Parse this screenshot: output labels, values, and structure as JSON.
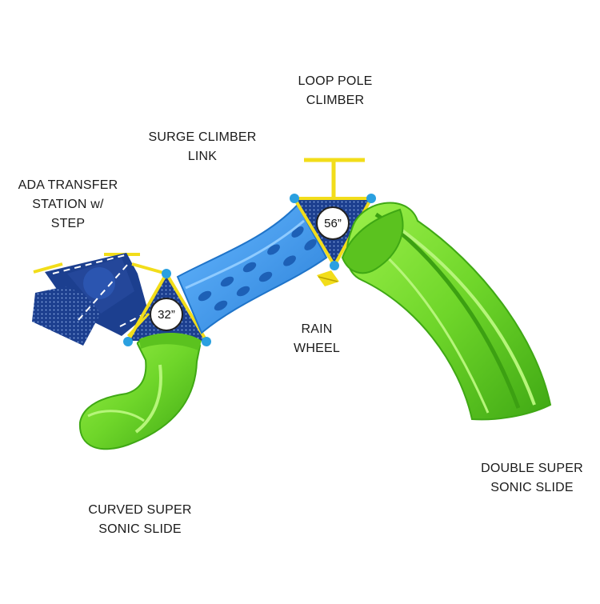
{
  "labels": {
    "loop_pole_climber": [
      "LOOP POLE",
      "CLIMBER"
    ],
    "surge_climber_link": [
      "SURGE CLIMBER",
      "LINK"
    ],
    "ada_transfer_station": [
      "ADA TRANSFER",
      "STATION w/",
      "STEP"
    ],
    "rain_wheel": [
      "RAIN",
      "WHEEL"
    ],
    "curved_super_sonic_slide": [
      "CURVED SUPER",
      "SONIC SLIDE"
    ],
    "double_super_sonic_slide": [
      "DOUBLE SUPER",
      "SONIC SLIDE"
    ]
  },
  "decks": {
    "left_height": "32”",
    "right_height": "56”"
  },
  "colors": {
    "slide_green": "#6fd62a",
    "link_blue": "#2f8fe6",
    "deck_navy": "#1c3f8f",
    "post_yellow": "#f2dd1a",
    "clamp_blue": "#2aa0e0"
  }
}
